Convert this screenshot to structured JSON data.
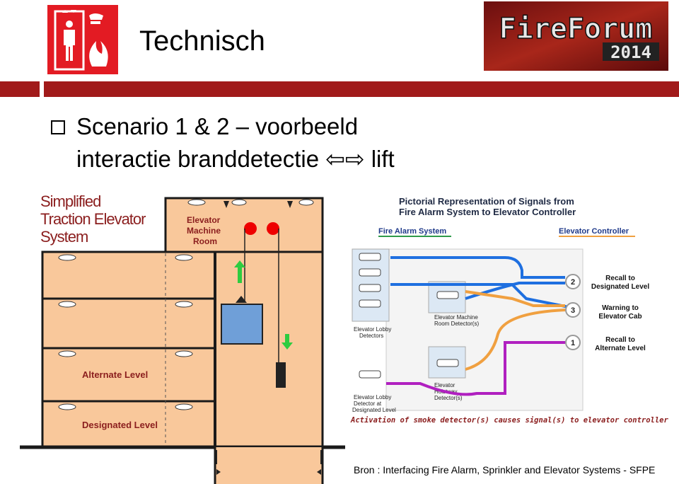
{
  "header": {
    "title": "Technisch",
    "logo_text": "FireForum",
    "logo_year": "2014"
  },
  "bullet": {
    "line1": "Scenario 1 & 2 – voorbeeld",
    "line2": "interactie branddetectie ⇦⇨ lift"
  },
  "left_diagram": {
    "title_lines": [
      "Simplified",
      "Traction Elevator",
      "System"
    ],
    "machine_room_lines": [
      "Elevator",
      "Machine",
      "Room"
    ],
    "alternate_level": "Alternate Level",
    "designated_level": "Designated Level"
  },
  "right_diagram": {
    "title_line1": "Pictorial Representation of Signals from",
    "title_line2": "Fire Alarm System to Elevator Controller",
    "fire_alarm_system": "Fire Alarm System",
    "elevator_controller": "Elevator Controller",
    "lobby_detectors_1": "Elevator Lobby",
    "lobby_detectors_2": "Detectors",
    "machine_room_det_1": "Elevator Machine",
    "machine_room_det_2": "Room Detector(s)",
    "hoistway_det_1": "Elevator",
    "hoistway_det_2": "Hoistway",
    "hoistway_det_3": "Detector(s)",
    "designated_det_1": "Elevator Lobby",
    "designated_det_2": "Detector at",
    "designated_det_3": "Designated Level",
    "signals": [
      {
        "number": "2",
        "line1": "Recall to",
        "line2": "Designated Level",
        "color": "#1e6fe0"
      },
      {
        "number": "3",
        "line1": "Warning to",
        "line2": "Elevator Cab",
        "color": "#f0a040"
      },
      {
        "number": "1",
        "line1": "Recall to",
        "line2": "Alternate Level",
        "color": "#b020c0"
      }
    ],
    "caption": "Activation of smoke detector(s) causes signal(s) to elevator controller"
  },
  "source": "Bron : Interfacing Fire Alarm, Sprinkler and Elevator Systems - SFPE",
  "colors": {
    "bar": "#a11a1a",
    "building_fill": "#f9c89b",
    "wall": "#1a1a1a",
    "level_text": "#8b1e1e"
  }
}
